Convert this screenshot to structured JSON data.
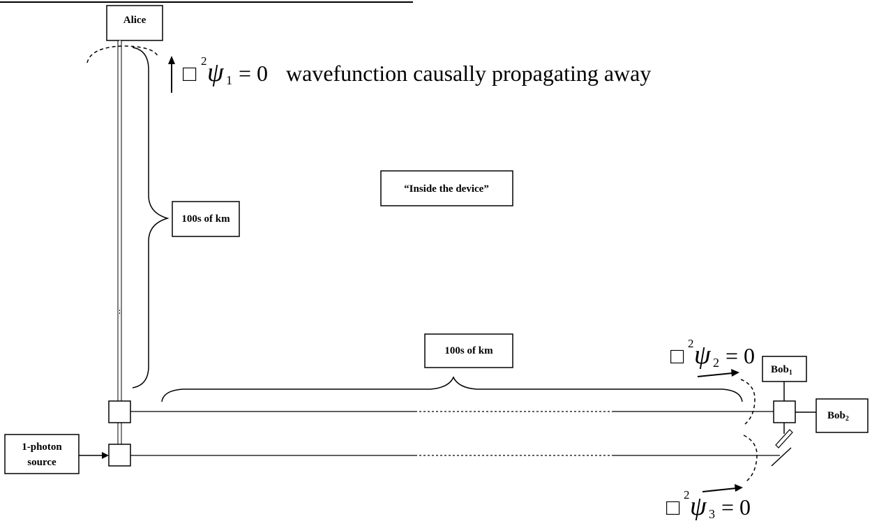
{
  "labels": {
    "alice": "Alice",
    "source_line1": "1-photon",
    "source_line2": "source",
    "bob1_base": "Bob",
    "bob1_sub": "1",
    "bob2_base": "Bob",
    "bob2_sub": "2",
    "distance_vertical": "100s of km",
    "distance_horizontal": "100s of km",
    "inside_device": "“Inside the device”"
  },
  "equations": {
    "eq1": {
      "box": "□",
      "sup": "2",
      "psi": "ψ",
      "sub": "1",
      "rest": "= 0",
      "caption": "wavefunction causally propagating away"
    },
    "eq2": {
      "box": "□",
      "sup": "2",
      "psi": "ψ",
      "sub": "2",
      "rest": "= 0"
    },
    "eq3": {
      "box": "□",
      "sup": "2",
      "psi": "ψ",
      "sub": "3",
      "rest": "= 0"
    }
  }
}
